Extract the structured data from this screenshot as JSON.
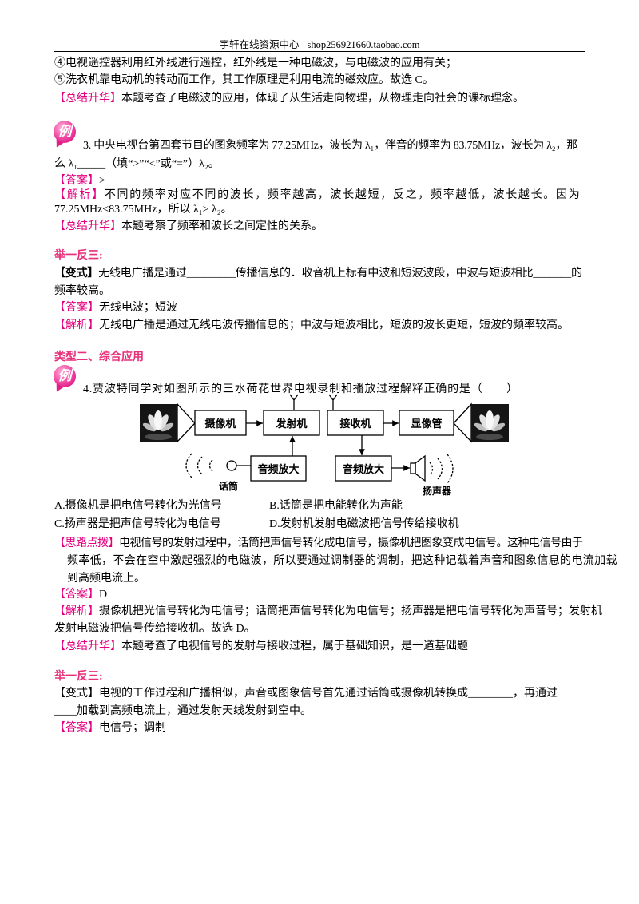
{
  "header": {
    "site": "宇轩在线资源中心",
    "url": "shop256921660.taobao.com"
  },
  "example_badge": "例",
  "prev_solution": {
    "point4": "④电视遥控器利用红外线进行遥控，红外线是一种电磁波，与电磁波的应用有关；",
    "point5": "⑤洗衣机靠电动机的转动而工作，其工作原理是利用电流的磁效应。故选 C。",
    "summary_tag": "【总结升华】",
    "summary": "本题考查了电磁波的应用，体现了从生活走向物理，从物理走向社会的课标理念。"
  },
  "example3": {
    "question": [
      "3. 中央电视台第四套节目的图象频率为 77.25MHz，波长为 λ₁，伴音的频率为 83.75MHz，波长为 λ₂，那",
      "么 λ₁_____（填“>”“<”或“=”）λ₂。"
    ],
    "answer_tag": "【答案】",
    "answer": ">",
    "analysis_tag": "【解析】",
    "analysis": [
      "不同的频率对应不同的波长，频率越高，波长越短，反之，频率越低，波长越长。因为",
      "77.25MHz<83.75MHz，所以 λ₁> λ₂。"
    ],
    "summary_tag": "【总结升华】",
    "summary": "本题考察了频率和波长之间定性的关系。"
  },
  "practice1": {
    "heading": "举一反三:",
    "variant_tag": "【变式】",
    "variant": [
      "无线电广播是通过_________传播信息的．收音机上标有中波和短波波段，中波与短波相比_______的",
      "频率较高。"
    ],
    "answer_tag": "【答案】",
    "answer": "无线电波；短波",
    "analysis_tag": "【解析】",
    "analysis": "无线电广播是通过无线电波传播信息的；中波与短波相比，短波的波长更短，短波的频率较高。"
  },
  "type2_heading": "类型二、综合应用",
  "example4": {
    "question": "4.贾波特同学对如图所示的三水荷花世界电视录制和播放过程解释正确的是（　　）",
    "diagram": {
      "camera": "摄像机",
      "transmitter": "发射机",
      "receiver": "接收机",
      "picture_tube": "显像管",
      "amplifier_left": "音频放大",
      "amplifier_right": "音频放大",
      "microphone": "话筒",
      "speaker": "扬声器"
    },
    "options": [
      "A.摄像机是把电信号转化为光信号",
      "B.话筒是把电能转化为声能",
      "C.扬声器是把声信号转化为电信号",
      "D.发射机发射电磁波把信号传给接收机"
    ],
    "hint_tag": "【思路点拨】",
    "hint": [
      "电视信号的发射过程中，话筒把声信号转化成电信号，摄像机把图象变成电信号。这种电信号由于",
      "频率低，不会在空中激起强烈的电磁波，所以要通过调制器的调制，把这种记载着声音和图象信息的电流加载",
      "到高频电流上。"
    ],
    "answer_tag": "【答案】",
    "answer": "D",
    "analysis_tag": "【解析】",
    "analysis": [
      "摄像机把光信号转化为电信号；话筒把声信号转化为电信号；扬声器是把电信号转化为声音号；发射机",
      "发射电磁波把信号传给接收机。故选 D。"
    ],
    "summary_tag": "【总结升华】",
    "summary": "本题考查了电视信号的发射与接收过程，属于基础知识，是一道基础题"
  },
  "practice2": {
    "heading": "举一反三:",
    "variant_tag": "【变式】",
    "variant": [
      "电视的工作过程和广播相似，声音或图象信号首先通过话筒或摄像机转换成________，再通过",
      "____加载到高频电流上，通过发射天线发射到空中。"
    ],
    "answer_tag": "【答案】",
    "answer": "电信号；调制"
  },
  "colors": {
    "tag": "#e4007f",
    "heading": "#e8307a"
  }
}
